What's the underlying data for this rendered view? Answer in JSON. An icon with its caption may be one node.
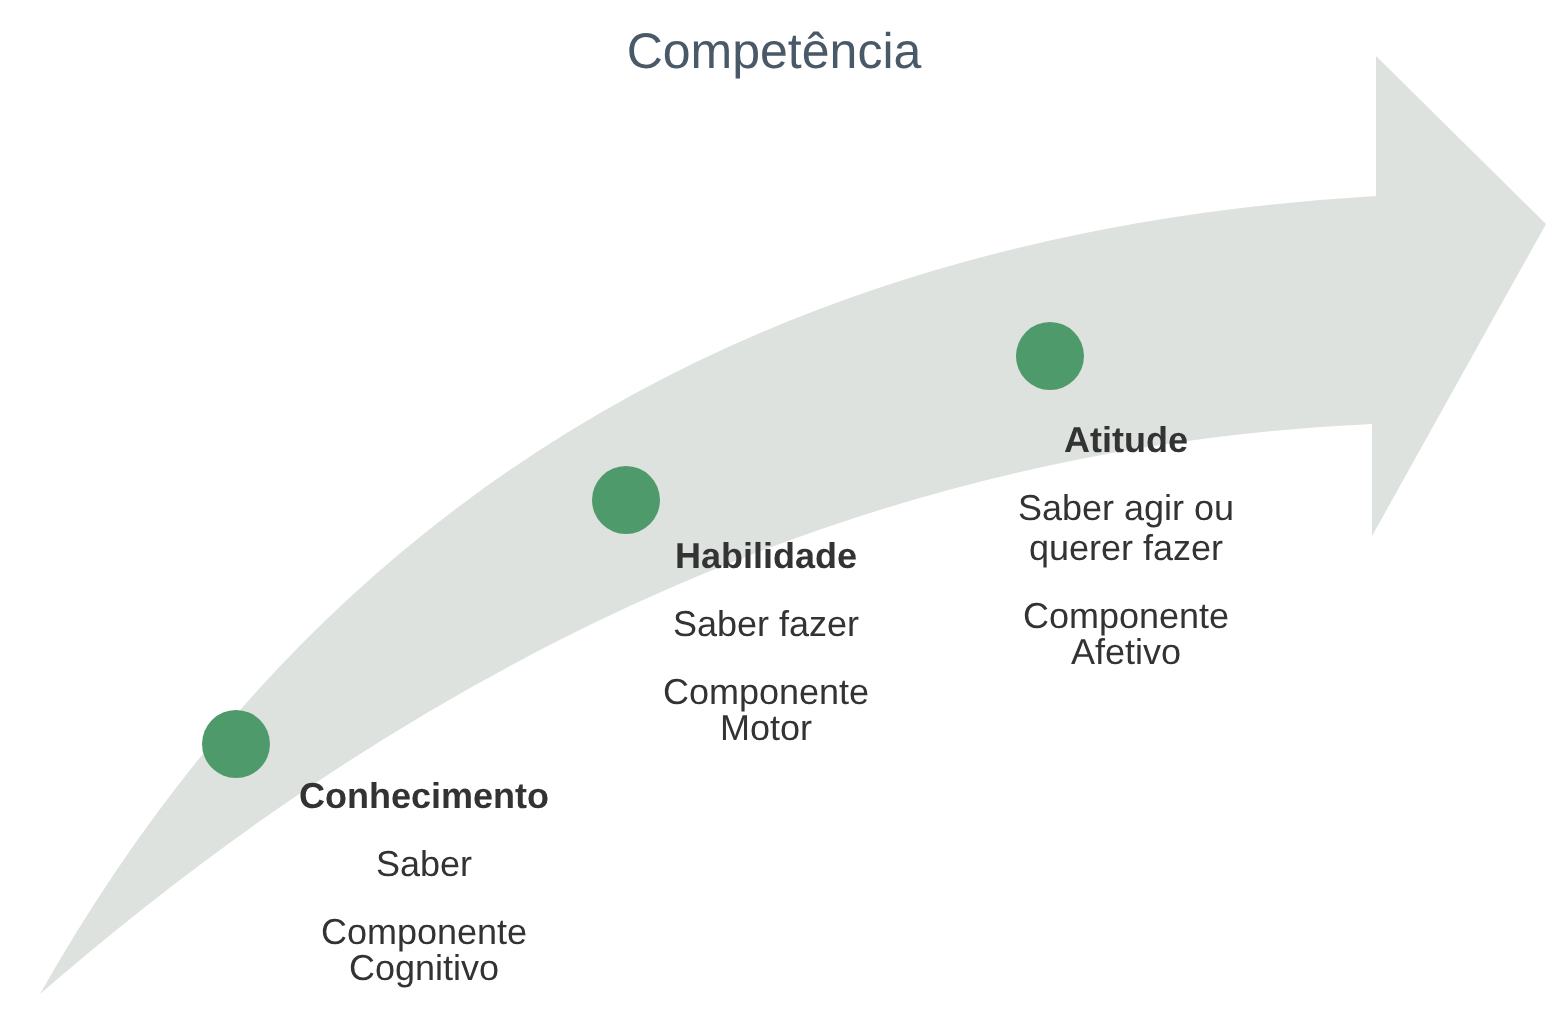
{
  "diagram": {
    "title": "Competência",
    "nodes": [
      {
        "text": [],
        "shape": "circle",
        "beside": [
          "Conhecimento",
          "Saber",
          "Componente Cognitivo"
        ]
      },
      {
        "text": [],
        "shape": "circle",
        "beside": [
          "Habilidade",
          "Saber fazer",
          "Componente Motor"
        ]
      },
      {
        "text": [],
        "shape": "circle",
        "beside": [
          "Atitude",
          "Saber agir ou querer fazer",
          "Componente Afetivo"
        ]
      }
    ]
  }
}
